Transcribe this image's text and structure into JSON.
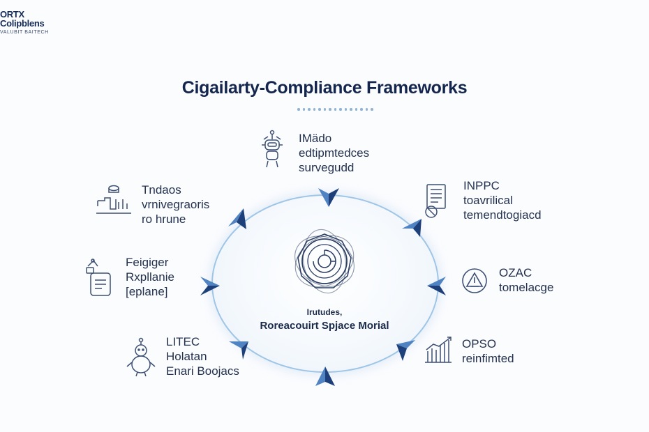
{
  "brand": {
    "line1": "ORTX",
    "line2": "Colipblens",
    "line3": "VALUBIT BAITECH"
  },
  "title": "Cigailarty-Compliance Frameworks",
  "center": {
    "subtitle": "Irutudes,",
    "label": "Roreacouirt Spjace Morial"
  },
  "nodes": [
    {
      "id": "top",
      "icon": "robot-icon",
      "lines": [
        "IMädo",
        "edtipmtedces",
        "survegudd"
      ]
    },
    {
      "id": "upper-right",
      "icon": "document-checklist-icon",
      "lines": [
        "INPPC",
        "toavrilical",
        "temendtogiacd"
      ]
    },
    {
      "id": "right",
      "icon": "warning-triangle-icon",
      "lines": [
        "OZAC",
        "tomelacge"
      ]
    },
    {
      "id": "lower-right",
      "icon": "bar-chart-icon",
      "lines": [
        "OPSO",
        "reinfimted"
      ]
    },
    {
      "id": "lower-left",
      "icon": "mascot-icon",
      "lines": [
        "LITEC",
        "Holatan",
        "Enari Boojacs"
      ]
    },
    {
      "id": "left",
      "icon": "id-card-icon",
      "lines": [
        "Feigiger",
        "Rxpllanie",
        "[eplane]"
      ]
    },
    {
      "id": "upper-left",
      "icon": "lab-flask-icon",
      "lines": [
        "Tndaos",
        "vrnivegraoris",
        "ro hrune"
      ]
    }
  ],
  "colors": {
    "title": "#14264d",
    "ring": "#9fc5e6",
    "arrow_dark": "#1d3f7a",
    "arrow_light": "#4f83c2",
    "icon": "#3c4f73"
  }
}
